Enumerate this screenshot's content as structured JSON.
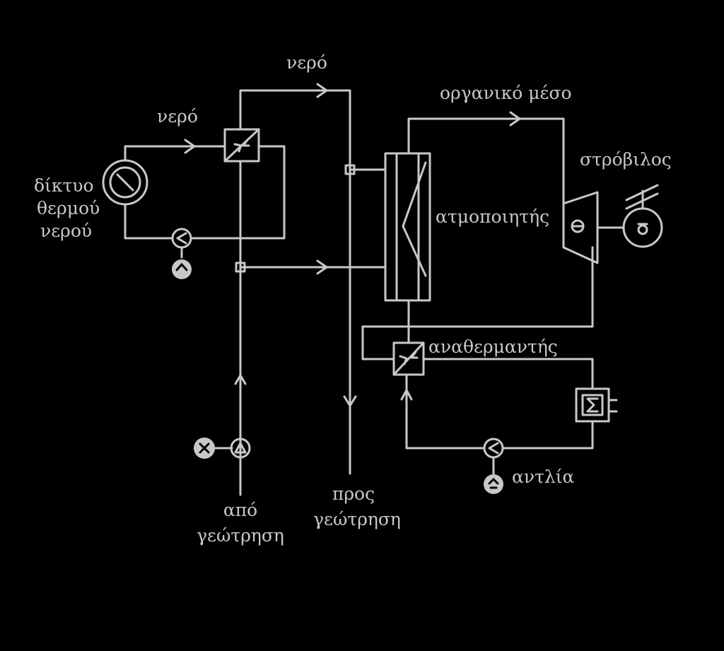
{
  "colors": {
    "background": "#000000",
    "line": "#c8c8c8"
  },
  "labels": {
    "water_top": "νερό",
    "water_left": "νερό",
    "organic_medium": "οργανικό μέσο",
    "turbine": "στρόβιλος",
    "district_heating_1": "δίκτυο",
    "district_heating_2": "θερμού",
    "district_heating_3": "νερού",
    "evaporator": "ατμοποιητής",
    "reheater": "αναθερμαντής",
    "pump": "αντλία",
    "from_well_1": "από",
    "from_well_2": "γεώτρηση",
    "to_well_1": "προς",
    "to_well_2": "γεώτρηση"
  }
}
